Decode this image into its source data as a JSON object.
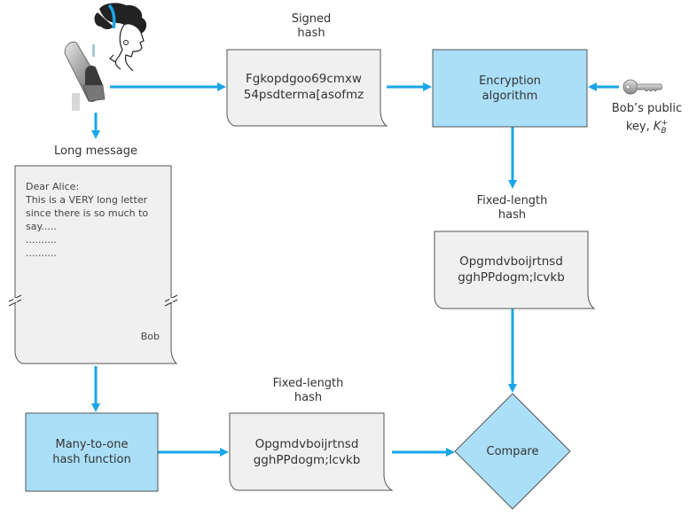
{
  "title": "Sending a digitally signed message: hash, encrypt with Bob's public key, compare",
  "colors": {
    "arrow": "#1aa6e8",
    "process_fill": "#abdff8",
    "document_fill": "#f0f0f0",
    "stroke": "#555555"
  },
  "icons": {
    "person": "alice-head-icon",
    "mailbox": "mailbox-icon",
    "key": "key-icon"
  },
  "signed_hash": {
    "label_line1": "Signed",
    "label_line2": "hash",
    "line1": "Fgkopdgoo69cmxw",
    "line2": "54psdterma[asofmz"
  },
  "encryption": {
    "line1": "Encryption",
    "line2": "algorithm"
  },
  "public_key": {
    "line1": "Bob’s public",
    "line2_prefix": "key, ",
    "symbol": "K",
    "subscript": "B",
    "superscript": "+"
  },
  "long_message": {
    "label": "Long message",
    "lines": [
      "Dear Alice:",
      "This is a VERY long letter",
      "since there is so much to",
      "say.....",
      "..........",
      ".........."
    ],
    "signature": "Bob"
  },
  "hash_function": {
    "line1": "Many-to-one",
    "line2": "hash function"
  },
  "fixed_hash_bottom": {
    "label_line1": "Fixed-length",
    "label_line2": "hash",
    "line1": "Opgmdvboijrtnsd",
    "line2": "gghPPdogm;lcvkb"
  },
  "fixed_hash_right": {
    "label_line1": "Fixed-length",
    "label_line2": "hash",
    "line1": "Opgmdvboijrtnsd",
    "line2": "gghPPdogm;lcvkb"
  },
  "compare": {
    "label": "Compare"
  }
}
